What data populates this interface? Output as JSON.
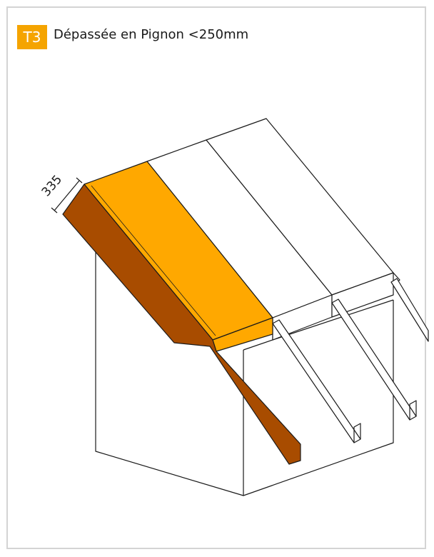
{
  "header": {
    "badge": "T3",
    "title": "Dépassée en Pignon <250mm"
  },
  "dimension": {
    "value": "335"
  },
  "colors": {
    "badge_bg": "#f5a400",
    "overhang_panel": "#ffa800",
    "gable_board": "#a84c00",
    "line": "#1a1a1a",
    "frame_border": "#d4d4d4"
  }
}
